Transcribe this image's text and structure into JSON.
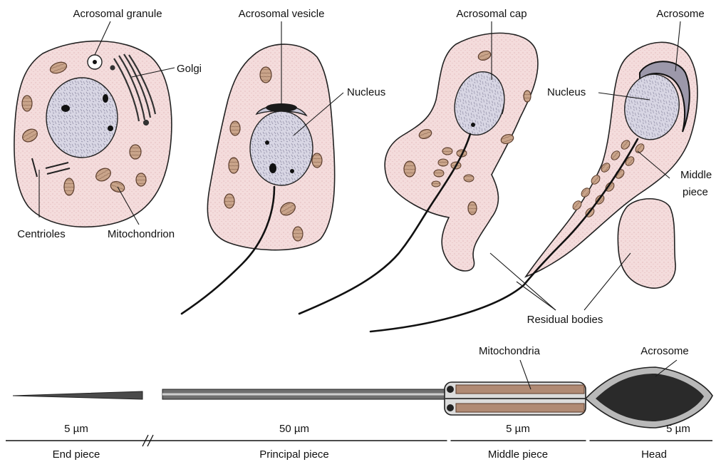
{
  "labels": {
    "acrosomal_granule": "Acrosomal granule",
    "golgi": "Golgi",
    "centrioles": "Centrioles",
    "mitochondrion": "Mitochondrion",
    "acrosomal_vesicle": "Acrosomal vesicle",
    "nucleus_stage2": "Nucleus",
    "acrosomal_cap": "Acrosomal cap",
    "acrosome_stage4": "Acrosome",
    "nucleus_stage4": "Nucleus",
    "middle_piece_line1": "Middle",
    "middle_piece_line2": "piece",
    "residual_bodies": "Residual bodies",
    "mitochondria": "Mitochondria",
    "acrosome_sperm": "Acrosome"
  },
  "measurements": {
    "end_piece": "5 µm",
    "principal_piece": "50 µm",
    "middle_piece": "5 µm",
    "head": "5 µm"
  },
  "segments": {
    "end_piece": "End piece",
    "principal_piece": "Principal piece",
    "middle_piece": "Middle piece",
    "head": "Head"
  },
  "colors": {
    "cytoplasm": "#f4dcdc",
    "nucleus": "#d6d4e0",
    "mitochondria": "#c9a48a",
    "head_fill": "#2a2a2a"
  }
}
